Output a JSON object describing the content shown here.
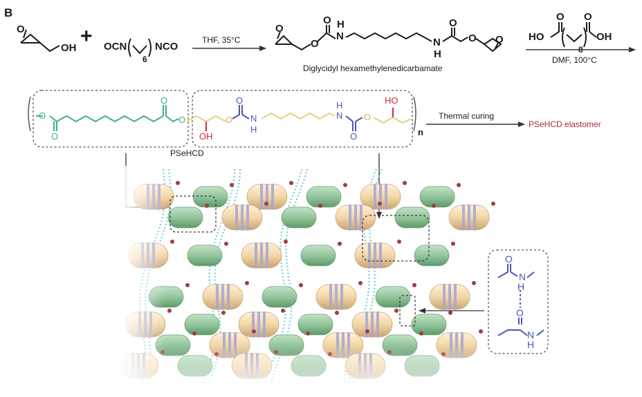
{
  "panel_label": "B",
  "reaction1": {
    "glycidol_oh": "OH",
    "plus": "+",
    "hdi_left": "OCN",
    "hdi_subscript": "6",
    "hdi_right": "NCO",
    "conditions": "THF, 35°C",
    "product_name": "Diglycidyl hexamethylenedicarbamate",
    "nh_upper": "H",
    "nh_upper_n": "N",
    "nh_lower_n": "N",
    "nh_lower": "H"
  },
  "reaction2": {
    "acid_left": "HO",
    "acid_right": "OH",
    "acid_subscript": "8",
    "conditions": "DMF, 100°C"
  },
  "polymer": {
    "name": "PSeHCD",
    "repeat_subscript": "n",
    "oh_bottom": "OH",
    "ho_top": "HO",
    "nh_left": "N",
    "nh_left_h": "H",
    "nh_right": "N",
    "nh_right_h": "H"
  },
  "curing": {
    "label": "Thermal curing",
    "product": "PSeHCD elastomer"
  },
  "hbond_inset": {
    "nh_top": "N",
    "nh_top_h": "H",
    "nh_bottom": "N",
    "nh_bottom_h": "H"
  },
  "colors": {
    "ester_green": "#3fae84",
    "urethane_blue": "#4a56b0",
    "hydroxyl_red": "#d8283a",
    "linker_yellow": "#e0d27c",
    "elastomer_red": "#a52a34",
    "segment_green": "#94c59c",
    "segment_cream": "#f3d6a7",
    "hbond_cyan": "#72cfd8",
    "dot_red": "#a23a45"
  }
}
